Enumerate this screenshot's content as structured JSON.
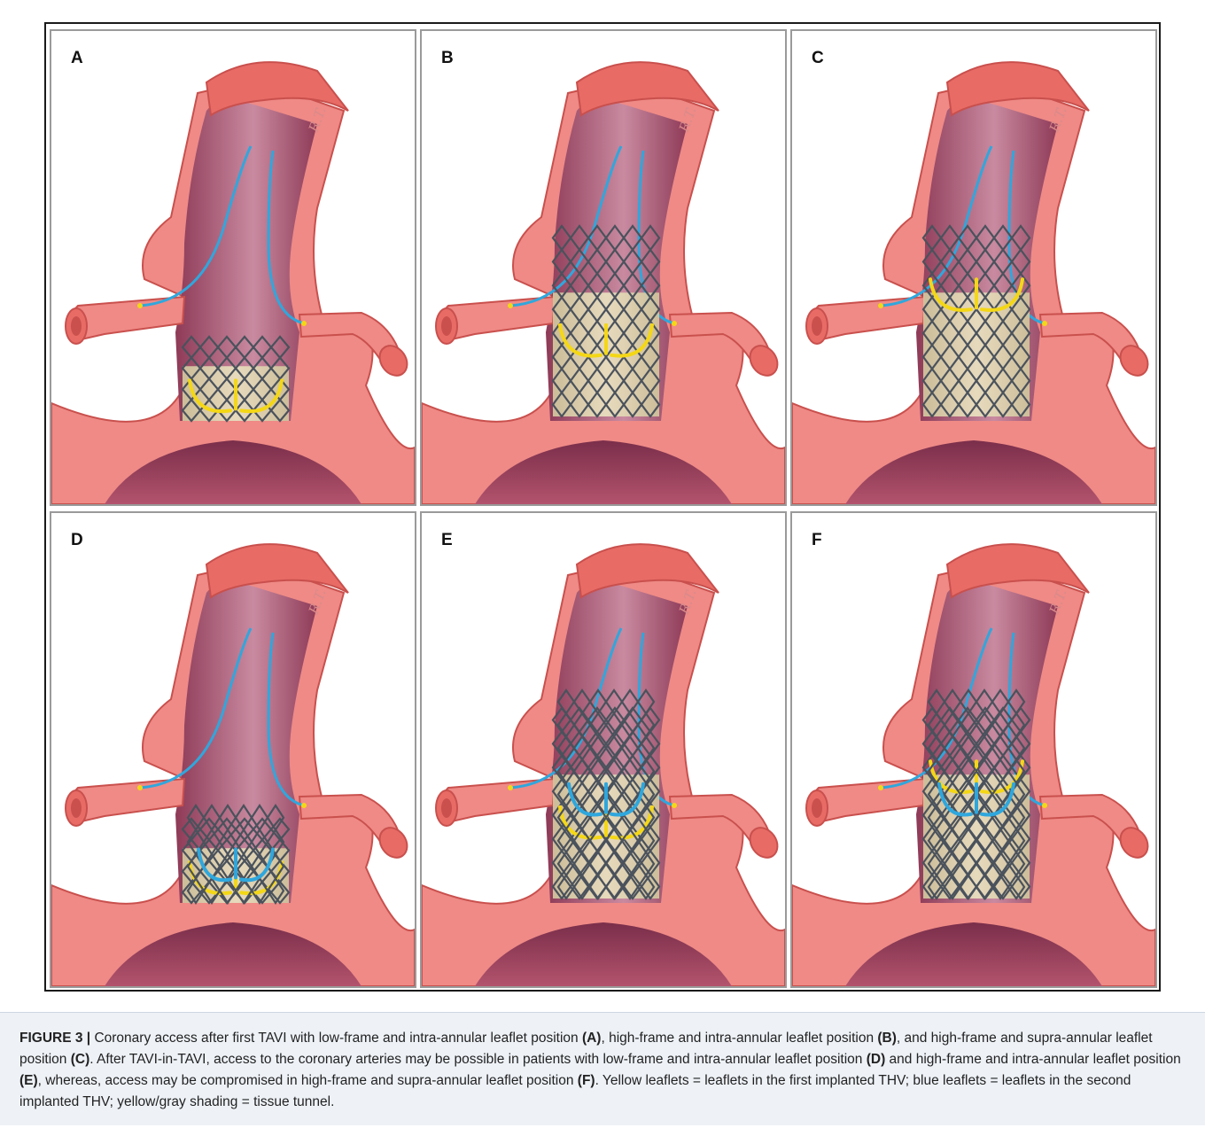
{
  "figure": {
    "panels": [
      {
        "label": "A",
        "frame": "low",
        "leaflet": "intra",
        "second_valve": false
      },
      {
        "label": "B",
        "frame": "high",
        "leaflet": "intra",
        "second_valve": false
      },
      {
        "label": "C",
        "frame": "high",
        "leaflet": "supra",
        "second_valve": false
      },
      {
        "label": "D",
        "frame": "low",
        "leaflet": "intra",
        "second_valve": true
      },
      {
        "label": "E",
        "frame": "high",
        "leaflet": "intra",
        "second_valve": true
      },
      {
        "label": "F",
        "frame": "high",
        "leaflet": "supra",
        "second_valve": true
      }
    ],
    "signature": "R.T.",
    "colors": {
      "wall": "#ef8a86",
      "wall_dark": "#c9504d",
      "lumen": "#8e3a57",
      "lumen_light": "#c98aa0",
      "stent": "#4a525c",
      "yellow_leaflet": "#f4d716",
      "blue_leaflet": "#2fa7dd",
      "tissue": "#e9dfbf"
    }
  },
  "caption": {
    "figure_label": "FIGURE 3 |",
    "seg1": " Coronary access after first TAVI with low-frame and intra-annular leaflet position ",
    "ref_a": "(A)",
    "seg2": ", high-frame and intra-annular leaflet position ",
    "ref_b": "(B)",
    "seg3": ", and high-frame and supra-annular leaflet position ",
    "ref_c": "(C)",
    "seg4": ". After TAVI-in-TAVI, access to the coronary arteries may be possible in patients with low-frame and intra-annular leaflet position ",
    "ref_d": "(D)",
    "seg5": " and high-frame and intra-annular leaflet position ",
    "ref_e": "(E)",
    "seg6": ", whereas, access may be compromised in high-frame and supra-annular leaflet position ",
    "ref_f": "(F)",
    "seg7": ". Yellow leaflets = leaflets in the first implanted THV; blue leaflets = leaflets in the second implanted THV; yellow/gray shading = tissue tunnel."
  }
}
